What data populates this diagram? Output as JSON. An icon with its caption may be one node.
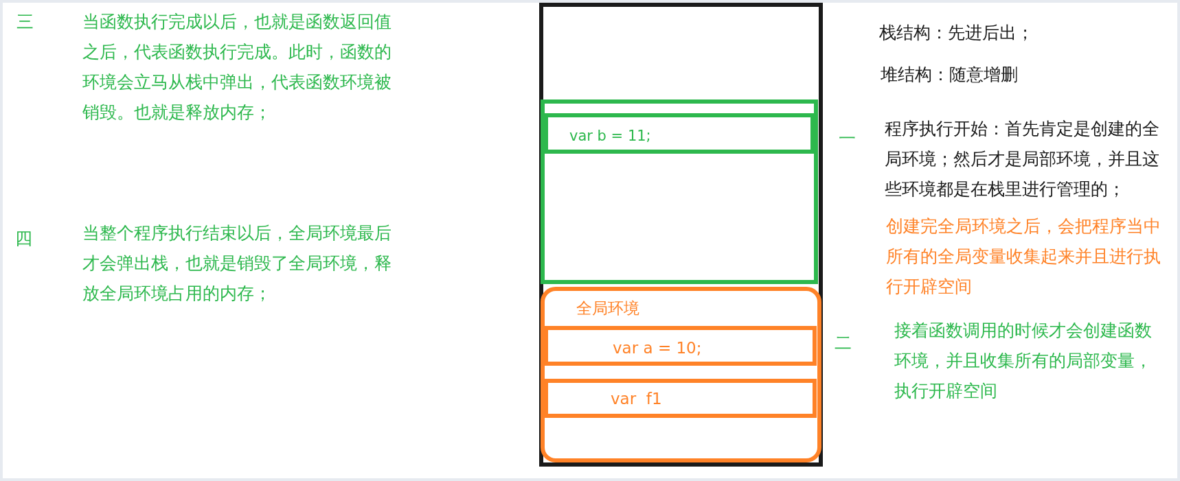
{
  "diagram": {
    "nodes": [
      {
        "text": [],
        "shape": "box"
      },
      {
        "text": [],
        "shape": "box",
        "in": 0
      },
      {
        "text": [
          "var b = 11;"
        ],
        "in": 1
      },
      {
        "text": [
          "全局环境"
        ],
        "in": 0
      },
      {
        "text": [
          "var a = 10;"
        ],
        "in": 3
      },
      {
        "text": [
          "var  f1"
        ],
        "in": 3
      }
    ],
    "labels": [
      "三",
      "当函数执行完成以后，也就是函数返回值之后，代表函数执行完成。此时，函数的环境会立马从栈中弹出，代表函数环境被销毁。也就是释放内存；",
      "四",
      "当整个程序执行结束以后，全局环境最后才会弹出栈，也就是销毁了全局环境，释放全局环境占用的内存；",
      "栈结构：先进后出；",
      "堆结构：随意增删",
      "一",
      "程序执行开始：首先肯定是创建的全局环境；然后才是局部环境，并且这些环境都是在栈里进行管理的；",
      "创建完全局环境之后，会把程序当中所有的全局变量收集起来并且进行执行开辟空间",
      "二",
      "接着函数调用的时候才会创建函数环境，并且收集所有的局部变量，执行开辟空间"
    ]
  }
}
